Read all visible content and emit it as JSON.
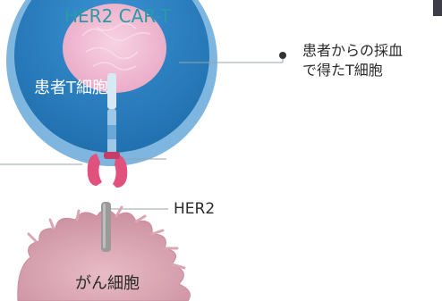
{
  "title": "HER2 CAR-T",
  "t_cell": {
    "label": "患者T細胞",
    "colors": {
      "membrane": "#7fb6e0",
      "cytoplasm": "#2f86c9",
      "nucleus": "#f2b9d3"
    }
  },
  "car_receptor": {
    "colors": {
      "stalk": "#9fc8e8",
      "binder": "#e0517d"
    }
  },
  "her2": {
    "label": "HER2",
    "color": "#9a9a9a"
  },
  "cancer_cell": {
    "label": "がん細胞",
    "colors": {
      "body": "#dba6b3",
      "outline": "#c98c9c"
    }
  },
  "annotation": {
    "lines": [
      "患者からの採血",
      "で得たT細胞"
    ]
  },
  "ui": {
    "accent": "#2a9aa5",
    "corner_tab": "#3d3d45"
  }
}
